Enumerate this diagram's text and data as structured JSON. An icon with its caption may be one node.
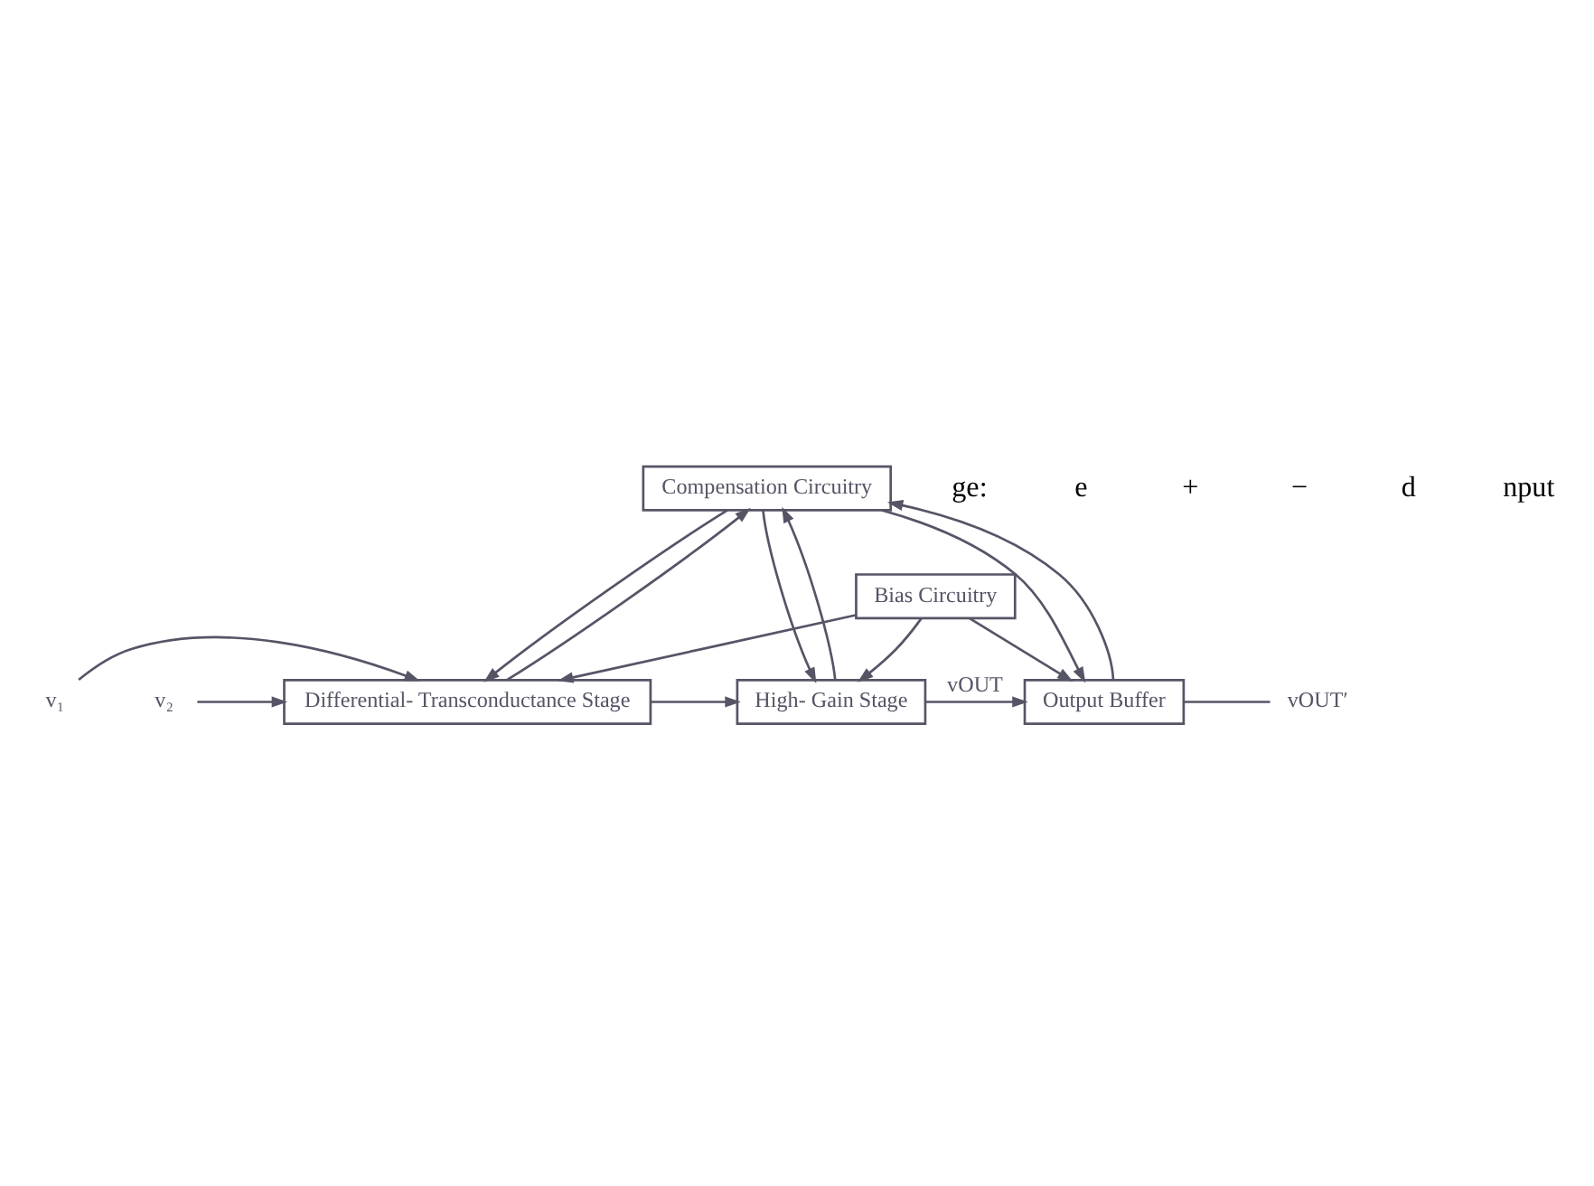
{
  "diagram": {
    "nodes": [
      {
        "text": [
          "Compensation Circuitry"
        ]
      },
      {
        "text": [
          "Differential- Transconductance Stage"
        ]
      },
      {
        "text": [
          "High- Gain Stage"
        ]
      },
      {
        "text": [
          "Output Buffer"
        ]
      },
      {
        "text": [
          "Bias Circuitry"
        ]
      },
      {
        "text": [
          "v₁"
        ]
      },
      {
        "text": [
          "v₂"
        ]
      },
      {
        "text": [
          "vOUT′"
        ]
      }
    ],
    "edges": [
      {
        "from": 1,
        "to": 0,
        "arrow": "to"
      },
      {
        "from": 0,
        "to": 1,
        "arrow": "to"
      },
      {
        "from": 0,
        "to": 2,
        "arrow": "to"
      },
      {
        "from": 2,
        "to": 0,
        "arrow": "to"
      },
      {
        "from": 3,
        "to": 0,
        "arrow": "to"
      },
      {
        "from": 0,
        "to": 3,
        "arrow": "to"
      },
      {
        "from": 5,
        "to": 1,
        "arrow": "to"
      },
      {
        "from": 6,
        "to": 1,
        "arrow": "to"
      },
      {
        "from": 1,
        "to": 2,
        "arrow": "to"
      },
      {
        "from": 2,
        "to": 3,
        "label": "vOUT",
        "arrow": "to"
      },
      {
        "from": 3,
        "to": 7,
        "arrow": "none"
      },
      {
        "from": 4,
        "to": 1,
        "arrow": "to"
      },
      {
        "from": 4,
        "to": 2,
        "arrow": "to"
      },
      {
        "from": 4,
        "to": 3,
        "arrow": "to"
      }
    ],
    "labels": [
      "ge:",
      "e",
      "+",
      "−",
      "d",
      "nput"
    ]
  }
}
